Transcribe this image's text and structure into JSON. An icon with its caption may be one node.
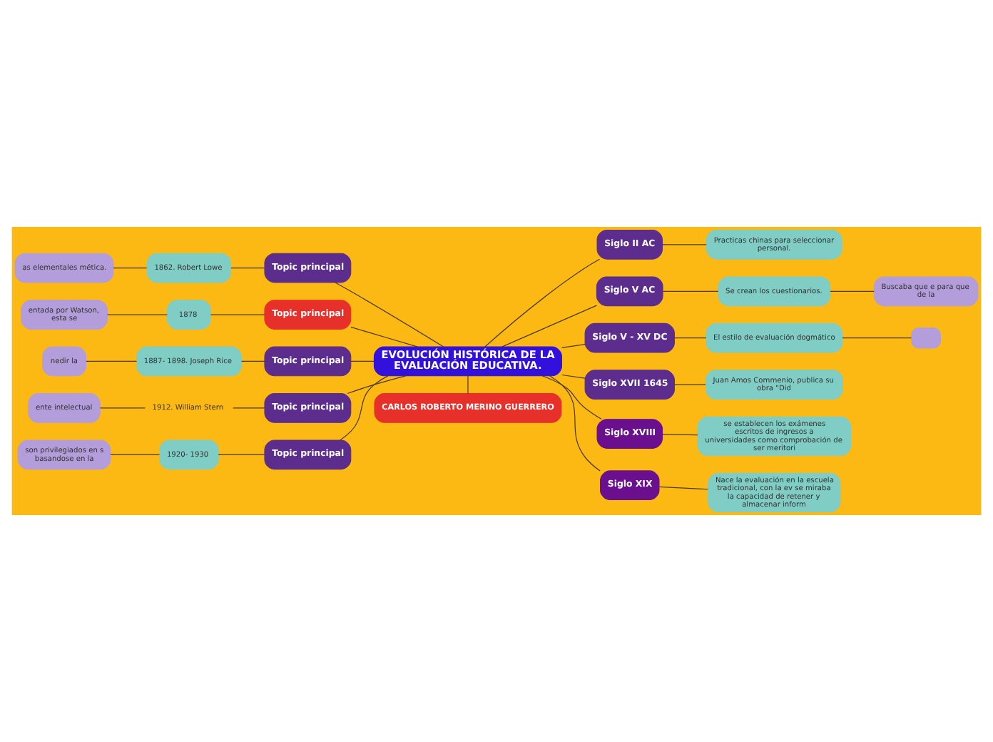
{
  "diagram": {
    "nodes": [
      {
        "text": [
          "EVOLUCIÓN HISTÓRICA DE LA EVALUACIÓN EDUCATIVA."
        ]
      },
      {
        "text": [
          "Topic principal"
        ]
      },
      {
        "text": [
          "1862. Robert Lowe"
        ]
      },
      {
        "text": [
          "as elementales mética."
        ]
      },
      {
        "text": [
          "Topic principal"
        ]
      },
      {
        "text": [
          "1878"
        ]
      },
      {
        "text": [
          "entada por Watson, esta se"
        ]
      },
      {
        "text": [
          "Topic principal"
        ]
      },
      {
        "text": [
          "1887- 1898. Joseph Rice"
        ]
      },
      {
        "text": [
          "nedir la"
        ]
      },
      {
        "text": [
          "Topic principal"
        ]
      },
      {
        "text": [
          "1912. William Stern"
        ]
      },
      {
        "text": [
          "ente intelectual"
        ]
      },
      {
        "text": [
          "Topic principal"
        ]
      },
      {
        "text": [
          "1920- 1930"
        ]
      },
      {
        "text": [
          "son privilegiados en s basandose en la"
        ]
      },
      {
        "text": [
          "Siglo II AC"
        ]
      },
      {
        "text": [
          "Practicas chinas para seleccionar personal."
        ]
      },
      {
        "text": [
          "Siglo V AC"
        ]
      },
      {
        "text": [
          "Se crean los cuestionarios."
        ]
      },
      {
        "text": [
          "Buscaba que e para que de la"
        ]
      },
      {
        "text": [
          "Siglo V - XV DC"
        ]
      },
      {
        "text": [
          "El estilo de evaluación dogmático"
        ]
      },
      {
        "text": [],
        "shape": "box"
      },
      {
        "text": [
          "Siglo XVII 1645"
        ]
      },
      {
        "text": [
          "Juan Amos Commenio, publica su obra \"Did"
        ]
      },
      {
        "text": [
          "Siglo XVIII"
        ]
      },
      {
        "text": [
          "se establecen los exámenes escritos de ingresos a universidades como comprobación de ser meritori"
        ]
      },
      {
        "text": [
          "Siglo XIX"
        ]
      },
      {
        "text": [
          "Nace la evaluación en la escuela tradicional, con la ev se miraba la capacidad de retener y almacenar inform"
        ]
      },
      {
        "text": [
          "CARLOS ROBERTO MERINO GUERRERO"
        ]
      }
    ],
    "edges": [
      {
        "from": 3,
        "to": 2,
        "arrow": "none"
      },
      {
        "from": 2,
        "to": 1,
        "arrow": "none"
      },
      {
        "from": 1,
        "to": 0,
        "arrow": "none"
      },
      {
        "from": 6,
        "to": 5,
        "arrow": "none"
      },
      {
        "from": 5,
        "to": 4,
        "arrow": "none"
      },
      {
        "from": 4,
        "to": 0,
        "arrow": "none"
      },
      {
        "from": 9,
        "to": 8,
        "arrow": "none"
      },
      {
        "from": 8,
        "to": 7,
        "arrow": "none"
      },
      {
        "from": 7,
        "to": 0,
        "arrow": "none"
      },
      {
        "from": 12,
        "to": 11,
        "arrow": "none"
      },
      {
        "from": 11,
        "to": 10,
        "arrow": "none"
      },
      {
        "from": 10,
        "to": 0,
        "arrow": "none"
      },
      {
        "from": 15,
        "to": 14,
        "arrow": "none"
      },
      {
        "from": 14,
        "to": 13,
        "arrow": "none"
      },
      {
        "from": 13,
        "to": 0,
        "arrow": "none"
      },
      {
        "from": 0,
        "to": 16,
        "arrow": "none"
      },
      {
        "from": 16,
        "to": 17,
        "arrow": "none"
      },
      {
        "from": 0,
        "to": 18,
        "arrow": "none"
      },
      {
        "from": 18,
        "to": 19,
        "arrow": "none"
      },
      {
        "from": 19,
        "to": 20,
        "arrow": "none"
      },
      {
        "from": 0,
        "to": 21,
        "arrow": "none"
      },
      {
        "from": 21,
        "to": 22,
        "arrow": "none"
      },
      {
        "from": 22,
        "to": 23,
        "arrow": "none"
      },
      {
        "from": 0,
        "to": 24,
        "arrow": "none"
      },
      {
        "from": 24,
        "to": 25,
        "arrow": "none"
      },
      {
        "from": 0,
        "to": 26,
        "arrow": "none"
      },
      {
        "from": 26,
        "to": 27,
        "arrow": "none"
      },
      {
        "from": 0,
        "to": 28,
        "arrow": "none"
      },
      {
        "from": 28,
        "to": 29,
        "arrow": "none"
      },
      {
        "from": 0,
        "to": 30,
        "arrow": "none"
      }
    ]
  }
}
